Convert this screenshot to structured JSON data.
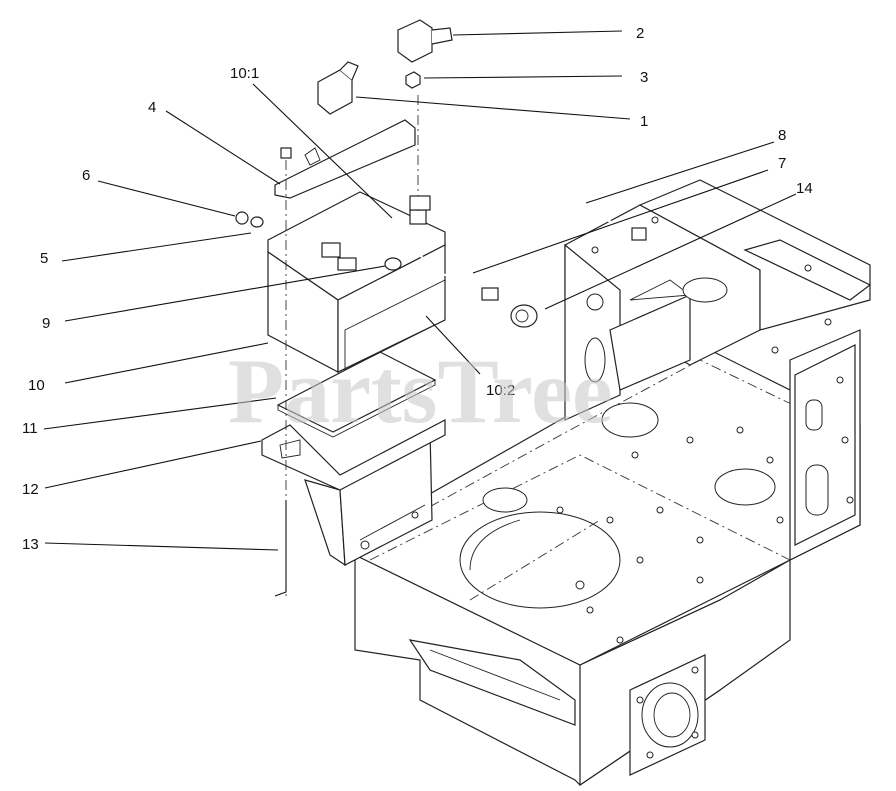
{
  "watermark": "PartsTree",
  "callouts": [
    {
      "id": "c1",
      "text": "1"
    },
    {
      "id": "c2",
      "text": "2"
    },
    {
      "id": "c3",
      "text": "3"
    },
    {
      "id": "c4",
      "text": "4"
    },
    {
      "id": "c5",
      "text": "5"
    },
    {
      "id": "c6",
      "text": "6"
    },
    {
      "id": "c7",
      "text": "7"
    },
    {
      "id": "c8",
      "text": "8"
    },
    {
      "id": "c9",
      "text": "9"
    },
    {
      "id": "c10",
      "text": "10"
    },
    {
      "id": "c10_1",
      "text": "10:1"
    },
    {
      "id": "c10_2",
      "text": "10:2"
    },
    {
      "id": "c11",
      "text": "11"
    },
    {
      "id": "c12",
      "text": "12"
    },
    {
      "id": "c13",
      "text": "13"
    },
    {
      "id": "c14",
      "text": "14"
    }
  ]
}
